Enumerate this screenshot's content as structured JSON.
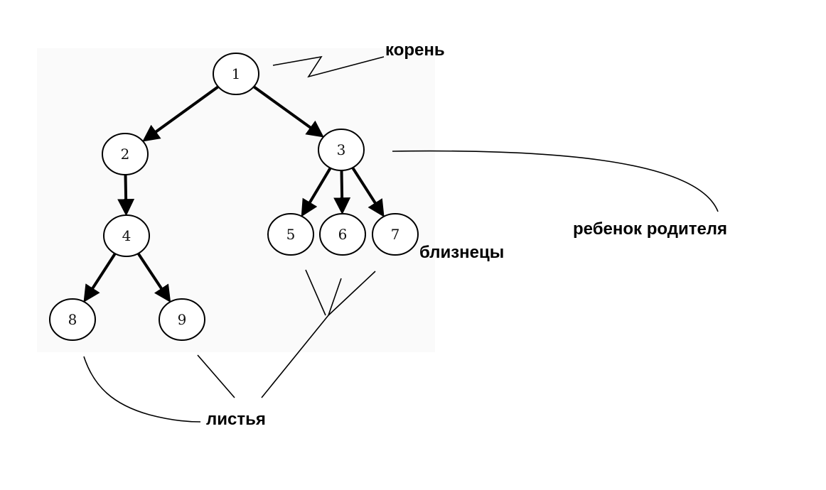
{
  "tree": {
    "nodes": [
      "1",
      "2",
      "3",
      "4",
      "5",
      "6",
      "7",
      "8",
      "9"
    ],
    "edges": [
      [
        "1",
        "2"
      ],
      [
        "1",
        "3"
      ],
      [
        "2",
        "4"
      ],
      [
        "3",
        "5"
      ],
      [
        "3",
        "6"
      ],
      [
        "3",
        "7"
      ],
      [
        "4",
        "8"
      ],
      [
        "4",
        "9"
      ]
    ]
  },
  "labels": {
    "root": "корень",
    "child_of_parent": "ребенок родителя",
    "siblings": "близнецы",
    "leaves": "листья"
  }
}
